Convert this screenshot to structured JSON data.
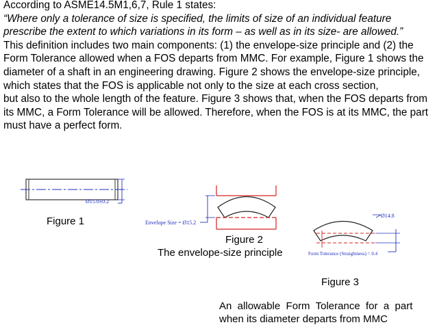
{
  "body": {
    "intro": "According to ASME14.5M1,6,7, Rule 1 states:",
    "quote": "“Where only a tolerance of size is specified, the limits of size of an individual feature prescribe the extent to which variations in its form – as well as in its size- are allowed.”",
    "para1": "This definition includes two main components: (1) the envelope-size principle and (2) the Form Tolerance allowed when a FOS departs from MMC. For example, Figure 1 shows the diameter of a shaft in an engineering drawing. Figure 2 shows the envelope-size principle, which states that the FOS is applicable not only to the size at each cross section,",
    "para2": "but also to the whole length of the feature. Figure  3 shows that, when the FOS departs from its MMC, a Form Tolerance will be allowed. Therefore, when the FOS is at its MMC, the part must have a perfect form."
  },
  "figure1": {
    "caption": "Figure  1",
    "dim_label": "Ø15.0±0.2"
  },
  "figure2": {
    "caption": "Figure  2",
    "subcaption": "The envelope-size principle",
    "dim_label": "Envelope Size = Ø15.2"
  },
  "figure3": {
    "caption": "Figure  3",
    "dim_label": "Ø14.8",
    "form_label": "Form Tolerance (Straightness) = 0.4",
    "description_line1": "An  allowable  Form  Tolerance  for  a  part",
    "description_line2": "when its diameter departs from MMC"
  },
  "colors": {
    "dimension_blue": "#1f2fbf",
    "envelope_red": "#d62020"
  }
}
